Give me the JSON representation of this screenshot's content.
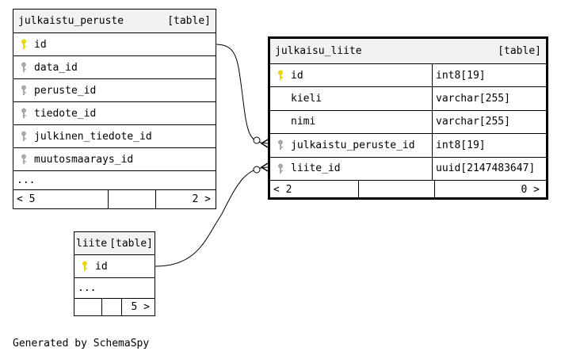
{
  "tables": {
    "julkaistu_peruste": {
      "name": "julkaistu_peruste",
      "kind": "[table]",
      "columns": [
        {
          "name": "id",
          "key": "primary"
        },
        {
          "name": "data_id",
          "key": "foreign"
        },
        {
          "name": "peruste_id",
          "key": "foreign"
        },
        {
          "name": "tiedote_id",
          "key": "foreign"
        },
        {
          "name": "julkinen_tiedote_id",
          "key": "foreign"
        },
        {
          "name": "muutosmaarays_id",
          "key": "foreign"
        }
      ],
      "more": "...",
      "footer_left": "< 5",
      "footer_mid": "",
      "footer_right": "2 >"
    },
    "julkaisu_liite": {
      "name": "julkaisu_liite",
      "kind": "[table]",
      "columns": [
        {
          "name": "id",
          "type": "int8[19]",
          "key": "primary"
        },
        {
          "name": "kieli",
          "type": "varchar[255]",
          "key": "none"
        },
        {
          "name": "nimi",
          "type": "varchar[255]",
          "key": "none"
        },
        {
          "name": "julkaistu_peruste_id",
          "type": "int8[19]",
          "key": "foreign"
        },
        {
          "name": "liite_id",
          "type": "uuid[2147483647]",
          "key": "foreign"
        }
      ],
      "footer_left": "< 2",
      "footer_mid": "",
      "footer_right": "0 >"
    },
    "liite": {
      "name": "liite",
      "kind": "[table]",
      "columns": [
        {
          "name": "id",
          "key": "primary"
        }
      ],
      "more": "...",
      "footer_left": "",
      "footer_mid": "",
      "footer_right": "5 >"
    }
  },
  "colors": {
    "primary_key": "#e8d800",
    "foreign_key": "#a8a8a8",
    "header_bg": "#f2f2f2"
  },
  "generated_by": "Generated by SchemaSpy"
}
